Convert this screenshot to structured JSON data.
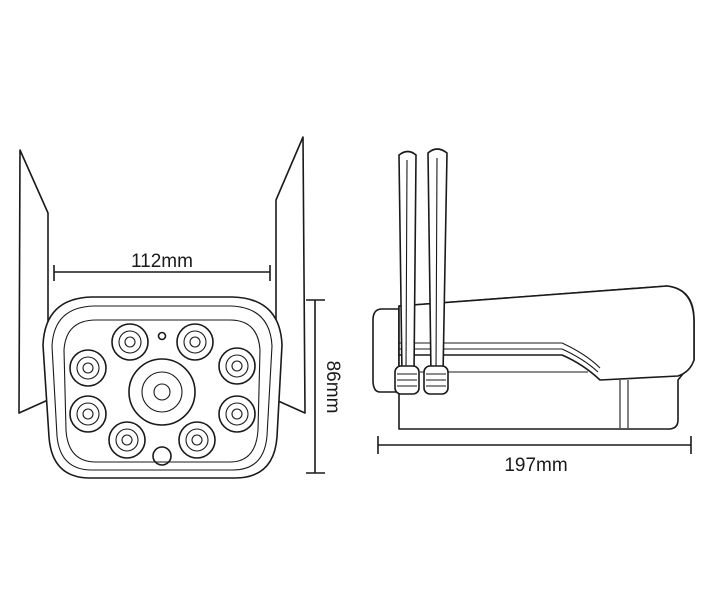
{
  "dimensions": {
    "width": "112mm",
    "height": "86mm",
    "length": "197mm"
  }
}
